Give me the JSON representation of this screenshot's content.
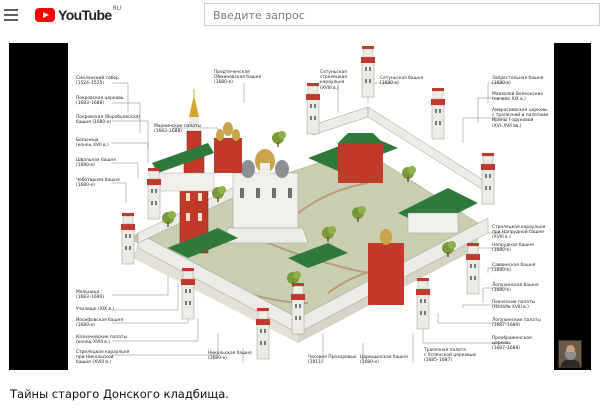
{
  "header": {
    "logo_text": "YouTube",
    "logo_region": "RU",
    "search_placeholder": "Введите запрос"
  },
  "colors": {
    "brand": "#ff0000",
    "wall": "#e9e6df",
    "roof": "#2f7a3b",
    "tower_red": "#c0392b",
    "ground": "#bfc7a2"
  },
  "video": {
    "title": "Тайны старого Донского кладбища.",
    "labels_left": [
      "Смоленский собор\n(1524–1525)",
      "Покровская церковь\n(1683–1688)",
      "Покровская (Воробьевская)\nбашня (1680-е)",
      "Больница\n(конец XVII в.)",
      "Швальная башня\n(1680-е)",
      "Чеботарная башня\n(1680-е)",
      "Мельница\n(1683–1690)",
      "Училище (XIX в.)",
      "Иосифовская башня\n(1680-е)",
      "Казначейские палаты\n(конец XVIII в.)",
      "Стрелецкая караульня\nпри Никольской\nбашне (XVIII в.)"
    ],
    "labels_top": [
      "Предтеченская\nОбминовская башня\n(1680-е)",
      "Мариинские палаты\n(1683–1688)",
      "Сетуньская\nстрелецкая\nкараульня\n(XVIII в.)",
      "Сетуньская башня\n(1680-е)"
    ],
    "labels_right": [
      "Запрестольная башня\n(1680-е)",
      "Мавзолей Волконских\n(начало XIX в.)",
      "Амвросиевская церковь\nс трапезной и палатами\nИрины Годуновой\n(XVI–XVII вв.)",
      "Стрелецкая караульня\nпри Напрудной башне\n(XVIII в.)",
      "Напрудная башня\n(1680-е)",
      "Саввинская башня\n(1680-е)",
      "Лопухинская башня\n(1680-е)",
      "Певческие палаты\n(Начало XVIII в.)",
      "Лопухинские палаты\n(1687–1689)",
      "Преображенская\nцерковь\n(1687–1688)"
    ],
    "labels_bottom": [
      "Никольская башня\n(1680-е)",
      "Часовня Прохоровых\n(1911)",
      "Царицынская башня\n(1680-е)",
      "Трапезная палата\nс Успенской церковью\n(1685–1687)"
    ]
  }
}
